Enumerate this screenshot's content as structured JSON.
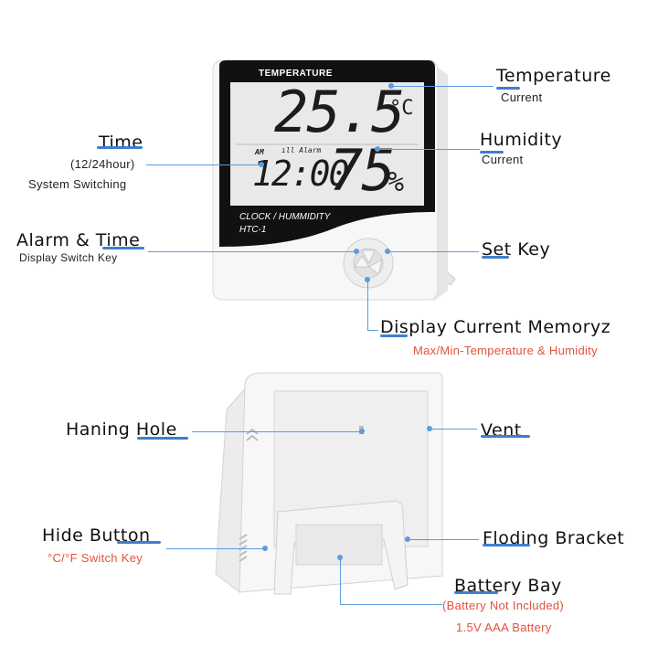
{
  "device_top": {
    "header_label": "TEMPERATURE",
    "temp_value": "25.5",
    "temp_unit": "°C",
    "am_label": "AM",
    "alarm_label": "Alarm",
    "time_value": "12:00",
    "humidity_value": "75",
    "humidity_unit": "%",
    "footer_line1": "CLOCK / HUMMIDITY",
    "footer_line2": "HTC-1"
  },
  "callouts": {
    "temperature": {
      "title": "Temperature",
      "sub": "Current"
    },
    "humidity": {
      "title": "Humidity",
      "sub": "Current"
    },
    "time": {
      "title": "Time",
      "sub1": "(12/24hour)",
      "sub2": "System Switching"
    },
    "alarm_time": {
      "title": "Alarm & Time",
      "sub": "Display Switch Key"
    },
    "set_key": {
      "title": "Set Key"
    },
    "display_memory": {
      "title": "Display Current Memoryz",
      "sub": "Max/Min-Temperature & Humidity"
    },
    "hanging_hole": {
      "title": "Haning Hole"
    },
    "vent": {
      "title": "Vent"
    },
    "hide_button": {
      "title": "Hide Button",
      "sub": "°C/°F Switch Key"
    },
    "folding_bracket": {
      "title": "Floding Bracket"
    },
    "battery_bay": {
      "title": "Battery Bay",
      "sub1": "(Battery Not Included)",
      "sub2": "1.5V AAA Battery"
    }
  },
  "colors": {
    "leader": "#5b9be0",
    "underline": "#3f7fcf",
    "accent_red": "#e0533d",
    "lcd": "#e9e9e9",
    "bezel": "#111111"
  }
}
